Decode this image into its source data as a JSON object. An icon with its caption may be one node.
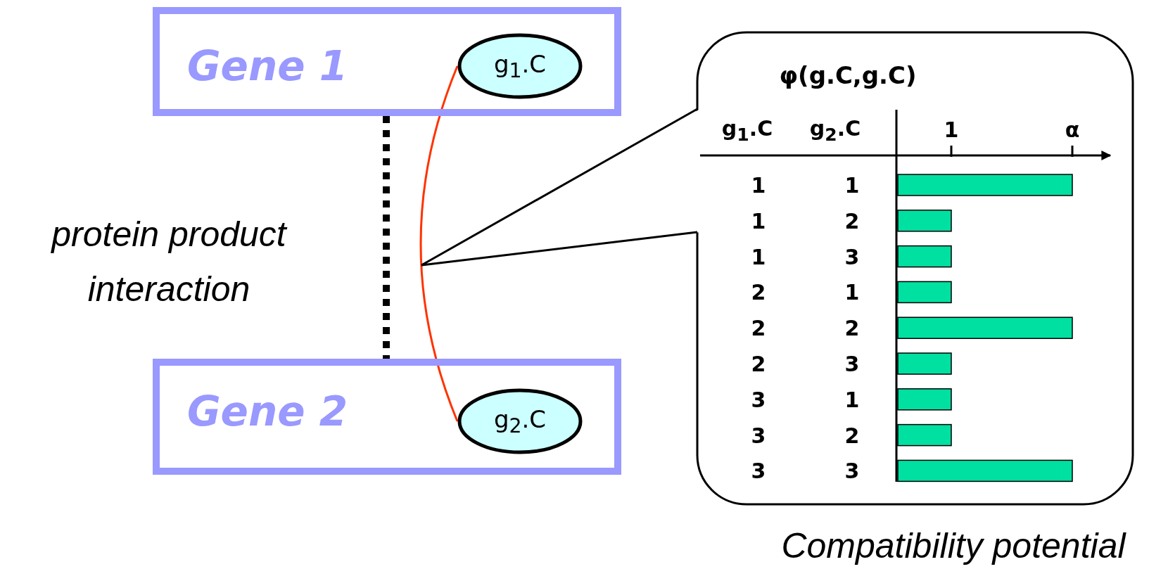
{
  "diagram": {
    "nodes": [
      {
        "text": [
          "Gene 1"
        ]
      },
      {
        "text": [
          "g$_{1}$.C"
        ],
        "in": 0
      },
      {
        "text": [
          "Gene 2"
        ]
      },
      {
        "text": [
          "g$_{2}$.C"
        ],
        "in": 2
      },
      {
        "text": [
          "φ(g.C,g.C)"
        ]
      }
    ],
    "edges": [
      {
        "from": 0,
        "to": 2,
        "arrow": "none",
        "style": "dashed"
      },
      {
        "from": 1,
        "to": 3,
        "arrow": "none",
        "color": "#ff3300"
      }
    ],
    "labels": [
      "protein product interaction",
      "g$_{1}$.C",
      "g$_{2}$.C",
      "1",
      "α",
      "1",
      "1",
      "1",
      "2",
      "1",
      "3",
      "2",
      "1",
      "2",
      "2",
      "2",
      "3",
      "3",
      "1",
      "3",
      "2",
      "3",
      "3",
      "Compatibility potential"
    ]
  }
}
